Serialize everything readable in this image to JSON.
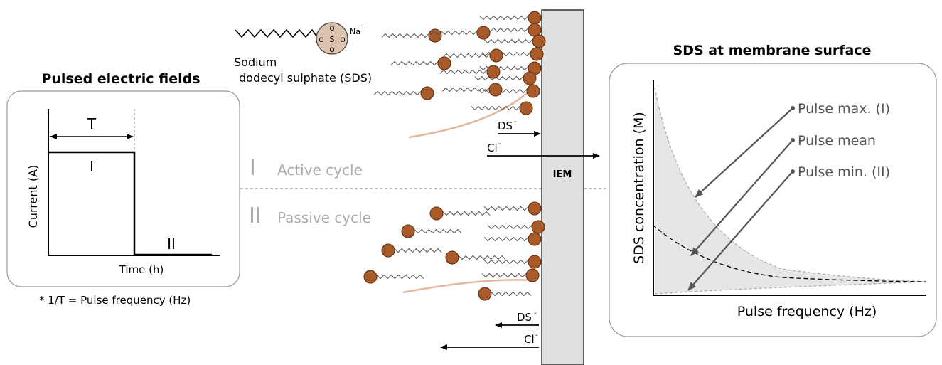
{
  "left_panel": {
    "title": "Pulsed electric fields",
    "y_axis_label": "Current (A)",
    "x_axis_label": "Time (h)",
    "period_label": "T",
    "phase_one_label": "I",
    "phase_two_label": "II",
    "footnote": "* 1/T = Pulse frequency (Hz)"
  },
  "center": {
    "molecule_name_line1": "Sodium",
    "molecule_name_line2": "dodecyl sulphate (SDS)",
    "molecule_counterion": "Na",
    "molecule_counterion_charge": "+",
    "sulfur_label": "S",
    "oxygen_label": "O",
    "active_cycle_roman": "I",
    "active_cycle_label": "Active cycle",
    "passive_cycle_roman": "II",
    "passive_cycle_label": "Passive cycle",
    "membrane_label": "IEM",
    "ion_ds": "DS",
    "ion_cl": "Cl",
    "ion_charge": "-"
  },
  "right_panel": {
    "title": "SDS at membrane surface",
    "y_axis_label": "SDS concentration (M)",
    "x_axis_label": "Pulse frequency (Hz)",
    "legend": [
      "Pulse max. (I)",
      "Pulse mean",
      "Pulse min. (II)"
    ]
  },
  "colors": {
    "micelle_head": "#a85a2a",
    "micelle_head_stroke": "#5a2a0a",
    "membrane_fill": "#e0e0e0",
    "shade_fill": "#e6e6e6",
    "faded_text": "#aaaaaa",
    "trail": "#e0b8a0"
  }
}
